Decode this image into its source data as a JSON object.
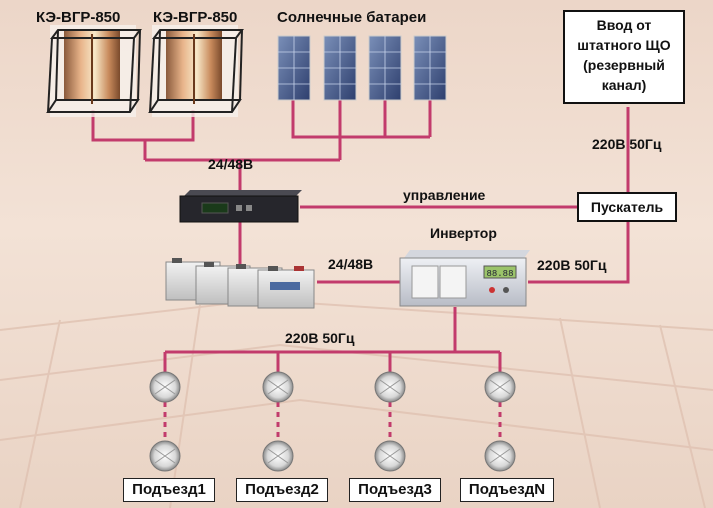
{
  "turbines": {
    "label_1": "КЭ-ВГР-850",
    "label_2": "КЭ-ВГР-850"
  },
  "solar": {
    "label": "Солнечные батареи"
  },
  "mains_input": {
    "label": "Ввод от штатного ЩО (резервный канал)"
  },
  "links": {
    "controller_voltage": "24/48В",
    "control": "управление",
    "battery_voltage": "24/48В",
    "mains_voltage": "220В 50Гц",
    "inverter_out": "220В 50Гц",
    "distribution": "220В 50Гц"
  },
  "starter": {
    "label": "Пускатель"
  },
  "inverter": {
    "label": "Инвертор",
    "display_text": "88.88"
  },
  "entrances": [
    "Подъезд1",
    "Подъезд2",
    "Подъезд3",
    "ПодъездN"
  ],
  "colors": {
    "wire": "#c23b6c",
    "dashed": "#c23b6c"
  }
}
